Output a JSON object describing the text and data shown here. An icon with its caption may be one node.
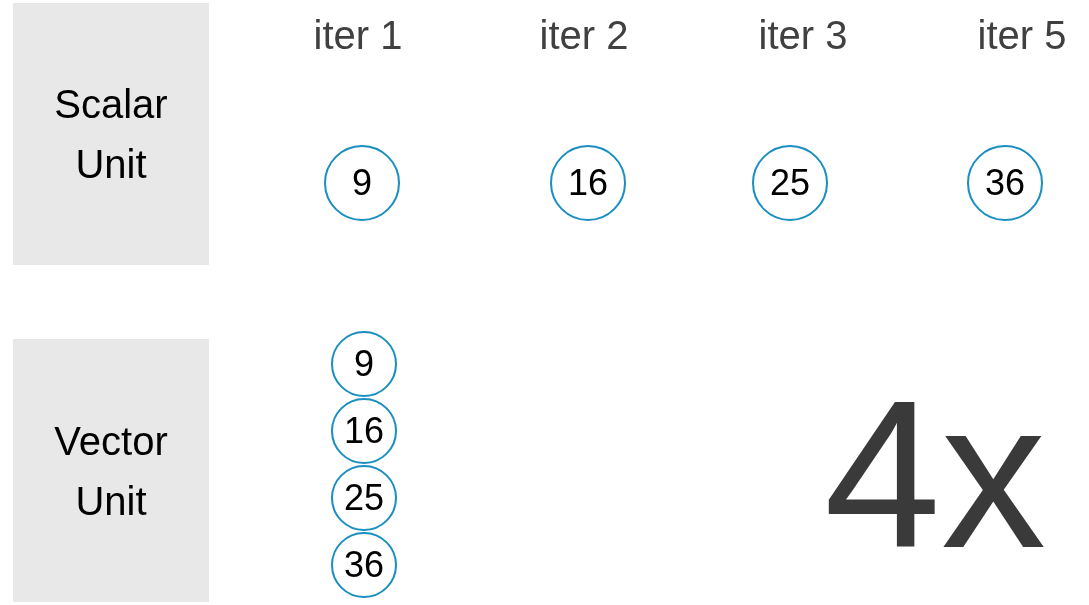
{
  "diagram": {
    "nodes": [
      {
        "text": [
          "Scalar Unit"
        ]
      },
      {
        "text": [
          "9"
        ]
      },
      {
        "text": [
          "16"
        ]
      },
      {
        "text": [
          "25"
        ]
      },
      {
        "text": [
          "36"
        ]
      },
      {
        "text": [
          "Vector Unit"
        ]
      },
      {
        "text": [
          "9"
        ]
      },
      {
        "text": [
          "16"
        ]
      },
      {
        "text": [
          "25"
        ]
      },
      {
        "text": [
          "36"
        ]
      }
    ],
    "edges": [],
    "labels": [
      "iter 1",
      "iter 2",
      "iter 3",
      "iter 5",
      "4x"
    ]
  }
}
